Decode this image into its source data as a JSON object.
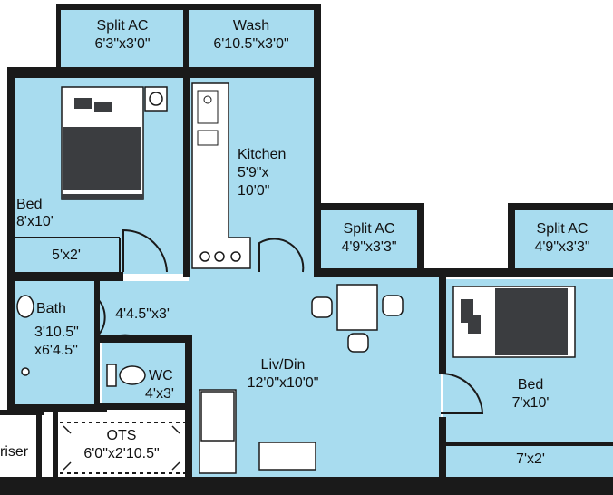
{
  "colors": {
    "room": "#a8dcef",
    "wall": "#1a1a1a",
    "floor_bg": "#ffffff",
    "furniture": "#ffffff",
    "bed_dark": "#3b3d40"
  },
  "rooms": {
    "split_ac_1": {
      "name": "Split AC",
      "size": "6'3\"x3'0\""
    },
    "wash": {
      "name": "Wash",
      "size": "6'10.5\"x3'0\""
    },
    "bed_1": {
      "name": "Bed",
      "size": "8'x10'"
    },
    "wardrobe_1": {
      "size": "5'x2'"
    },
    "kitchen": {
      "name": "Kitchen",
      "size_line1": "5'9\"x",
      "size_line2": "10'0\""
    },
    "split_ac_2": {
      "name": "Split AC",
      "size": "4'9\"x3'3\""
    },
    "split_ac_3": {
      "name": "Split AC",
      "size": "4'9\"x3'3\""
    },
    "bath": {
      "name": "Bath",
      "size_line1": "3'10.5\"",
      "size_line2": "x6'4.5\""
    },
    "passage": {
      "size": "4'4.5\"x3'"
    },
    "wc": {
      "name": "WC",
      "size": "4'x3'"
    },
    "liv_din": {
      "name": "Liv/Din",
      "size": "12'0\"x10'0\""
    },
    "bed_2": {
      "name": "Bed",
      "size": "7'x10'"
    },
    "wardrobe_2": {
      "size": "7'x2'"
    },
    "riser": {
      "name": "riser"
    },
    "ots": {
      "name": "OTS",
      "size": "6'0\"x2'10.5\""
    }
  }
}
